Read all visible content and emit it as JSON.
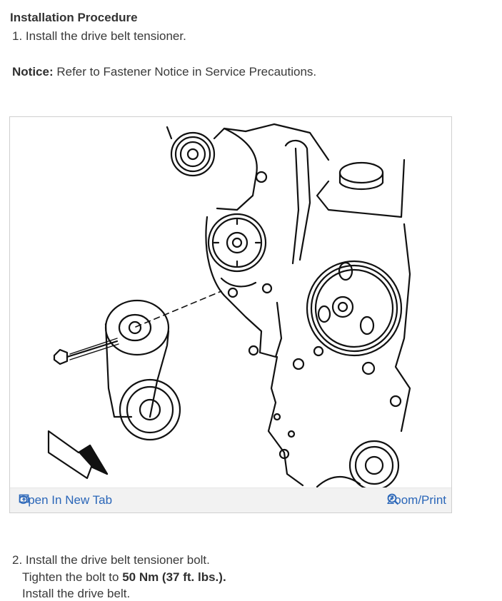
{
  "procedure": {
    "heading": "Installation Procedure",
    "step1": "1. Install the drive belt tensioner.",
    "notice_label": "Notice:",
    "notice_text": " Refer to Fastener Notice in Service Precautions.",
    "step2": "2. Install the drive belt tensioner bolt.",
    "tighten_prefix": "Tighten the bolt to ",
    "torque": "50 Nm (37 ft. lbs.).",
    "step3_partial": "Install the drive belt."
  },
  "figure": {
    "open_tab_label": "Open In New Tab",
    "open_tab_icon": "open-in-new-tab-icon",
    "zoom_label": "Zoom/Print",
    "zoom_icon": "magnifier-plus-icon",
    "link_color": "#2a66b8"
  }
}
